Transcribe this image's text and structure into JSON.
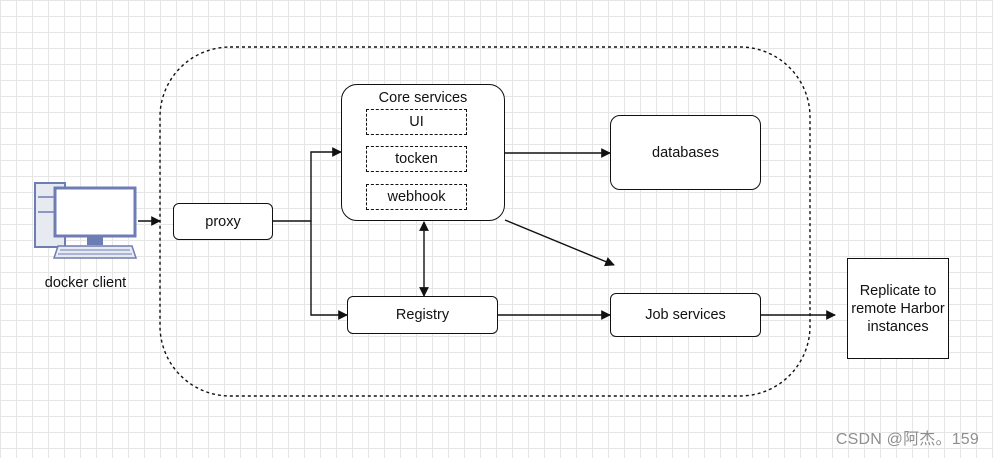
{
  "nodes": {
    "client": "docker client",
    "proxy": "proxy",
    "core_title": "Core services",
    "ui": "UI",
    "token": "tocken",
    "webhook": "webhook",
    "databases": "databases",
    "registry": "Registry",
    "job": "Job services",
    "replicate": "Replicate to remote Harbor instances"
  },
  "watermark": "CSDN @阿杰。159"
}
